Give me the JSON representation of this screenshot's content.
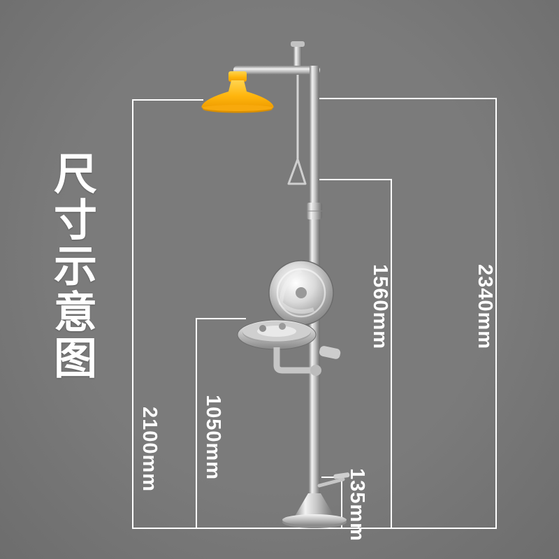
{
  "title": {
    "text": "尺寸示意图"
  },
  "dimensions": {
    "d2340": {
      "label": "2340mm"
    },
    "d2100": {
      "label": "2100mm"
    },
    "d1560": {
      "label": "1560mm"
    },
    "d1050": {
      "label": "1050mm"
    },
    "d135": {
      "label": "135mm"
    }
  },
  "colors": {
    "background": "#7b7b7b",
    "line": "#ffffff",
    "text": "#ffffff",
    "shower-head": "#ffb60d",
    "metal": "#c9c9c9"
  }
}
